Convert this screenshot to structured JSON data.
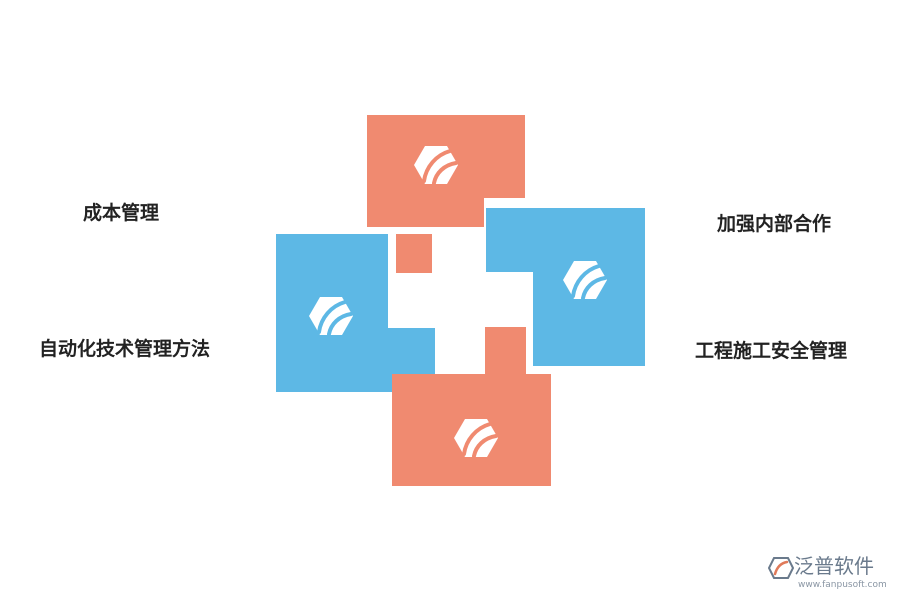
{
  "labels": {
    "top_left": "成本管理",
    "bottom_left": "自动化技术管理方法",
    "top_right": "加强内部合作",
    "bottom_right": "工程施工安全管理"
  },
  "colors": {
    "salmon": "#F08A70",
    "blue": "#5DB8E5",
    "icon": "#ffffff",
    "text": "#222222"
  },
  "icons": {
    "tile_icon": "hexagon-logo-icon"
  },
  "watermark": {
    "brand": "泛普软件",
    "url": "www.fanpusoft.com"
  }
}
